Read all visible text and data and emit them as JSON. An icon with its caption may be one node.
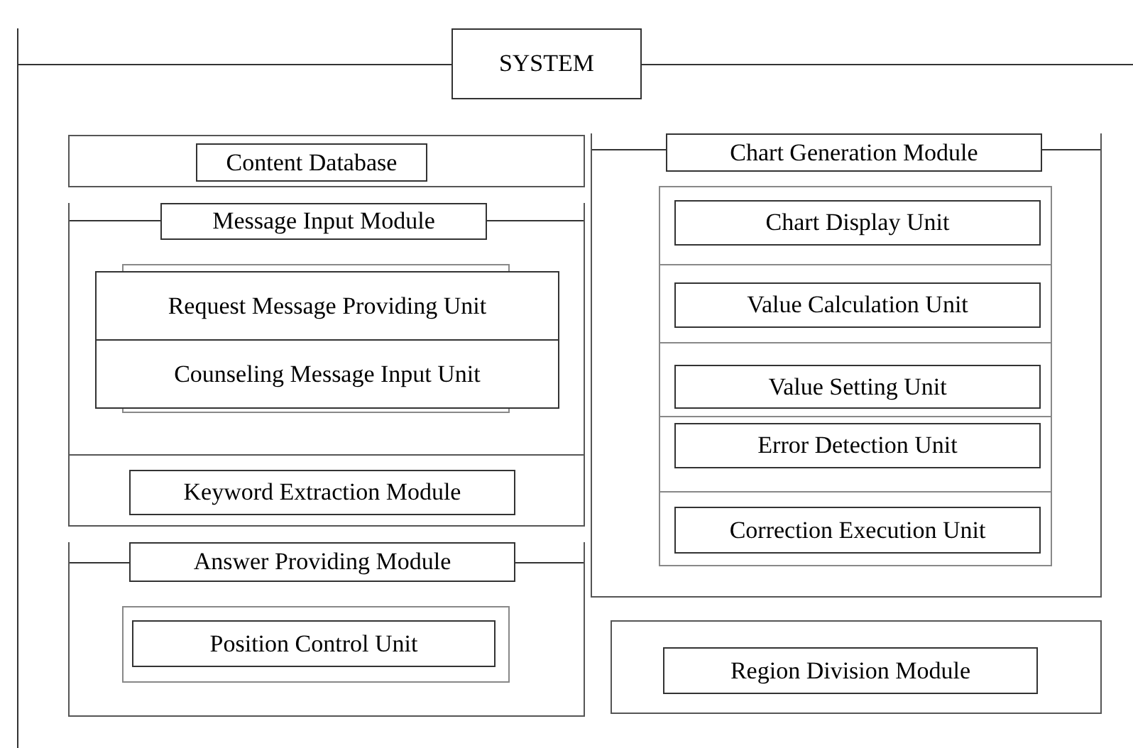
{
  "diagram": {
    "nodes": [
      {
        "text": [
          "SYSTEM"
        ]
      },
      {
        "text": [
          "Content Database"
        ],
        "in": 0
      },
      {
        "text": [
          "Message Input Module"
        ],
        "in": 0
      },
      {
        "text": [
          "Request Message Providing Unit"
        ],
        "in": 2
      },
      {
        "text": [
          "Counseling Message Input Unit"
        ],
        "in": 2
      },
      {
        "text": [
          "Keyword Extraction Module"
        ],
        "in": 0
      },
      {
        "text": [
          "Answer Providing Module"
        ],
        "in": 0
      },
      {
        "text": [
          "Position Control Unit"
        ],
        "in": 6
      },
      {
        "text": [
          "Chart Generation Module"
        ],
        "in": 0
      },
      {
        "text": [
          "Chart Display Unit"
        ],
        "in": 8
      },
      {
        "text": [
          "Value Calculation Unit"
        ],
        "in": 8
      },
      {
        "text": [
          "Value Setting Unit"
        ],
        "in": 8
      },
      {
        "text": [
          "Error Detection Unit"
        ],
        "in": 8
      },
      {
        "text": [
          "Correction Execution Unit"
        ],
        "in": 8
      },
      {
        "text": [
          "Region Division Module"
        ],
        "in": 0
      }
    ],
    "edges": []
  }
}
